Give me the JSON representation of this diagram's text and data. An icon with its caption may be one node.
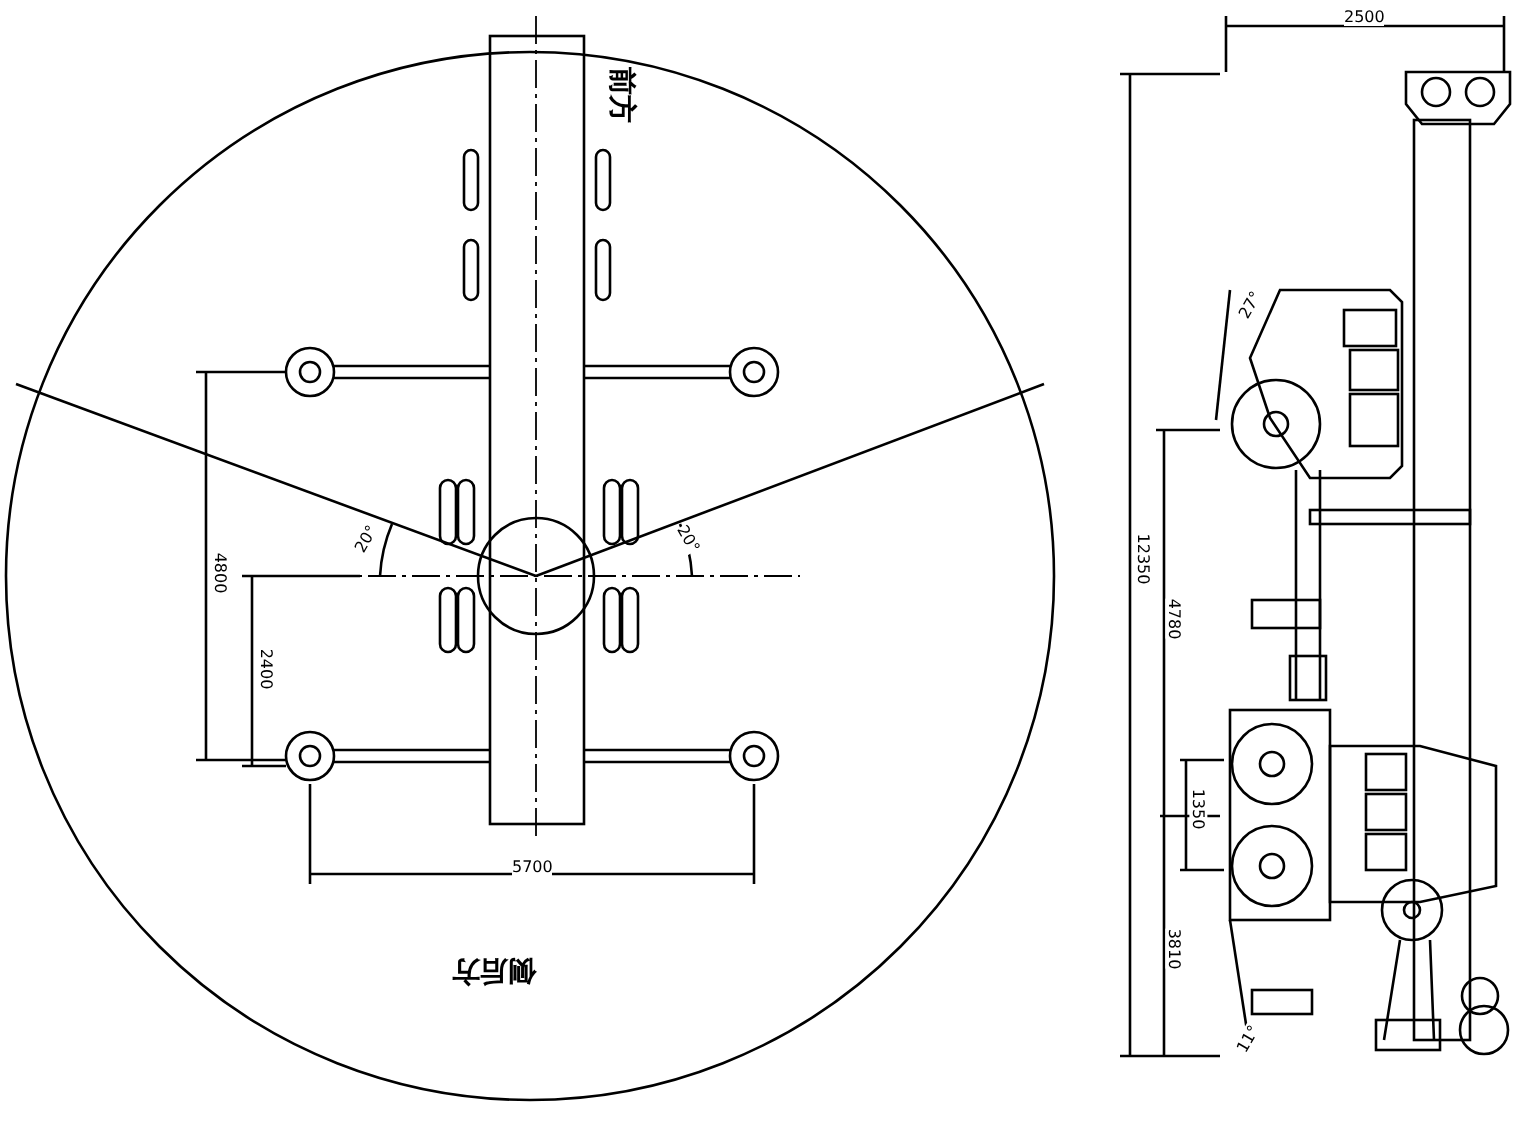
{
  "diagram": {
    "labels": [
      "前方",
      "4800",
      "20°",
      "20°",
      "2400",
      "5700",
      "侧后方",
      "2500",
      "27°",
      "12350",
      "4780",
      "1350",
      "3810",
      "11°"
    ]
  }
}
